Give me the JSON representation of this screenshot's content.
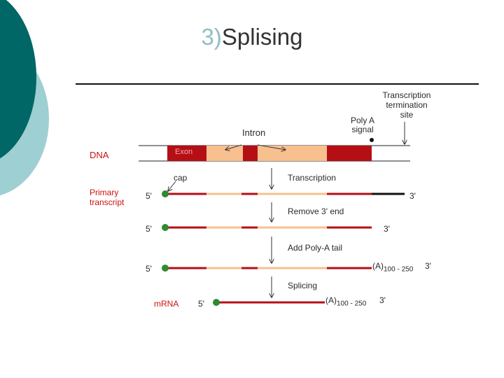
{
  "slide": {
    "title_number": "3)",
    "title_text": "Splising"
  },
  "labels": {
    "dna": "DNA",
    "exon": "Exon",
    "intron": "Intron",
    "poly_a_signal_line1": "Poly A",
    "poly_a_signal_line2": "signal",
    "termination_line1": "Transcription",
    "termination_line2": "termination",
    "termination_line3": "site",
    "cap": "cap",
    "primary_transcript_line1": "Primary",
    "primary_transcript_line2": "transcript",
    "mrna": "mRNA"
  },
  "steps": [
    {
      "label": "Transcription"
    },
    {
      "label": "Remove 3' end"
    },
    {
      "label": "Add Poly-A tail"
    },
    {
      "label": "Splicing"
    }
  ],
  "ends": {
    "five_prime": "5'",
    "three_prime": "3'"
  },
  "poly_a": {
    "text": "(A)",
    "range": "100 - 250"
  },
  "colors": {
    "exon": "#b50f16",
    "intron": "#f8c08f",
    "cap": "#2e8b2e",
    "teal_dark": "#006666",
    "teal_light": "#9ecfd2"
  }
}
